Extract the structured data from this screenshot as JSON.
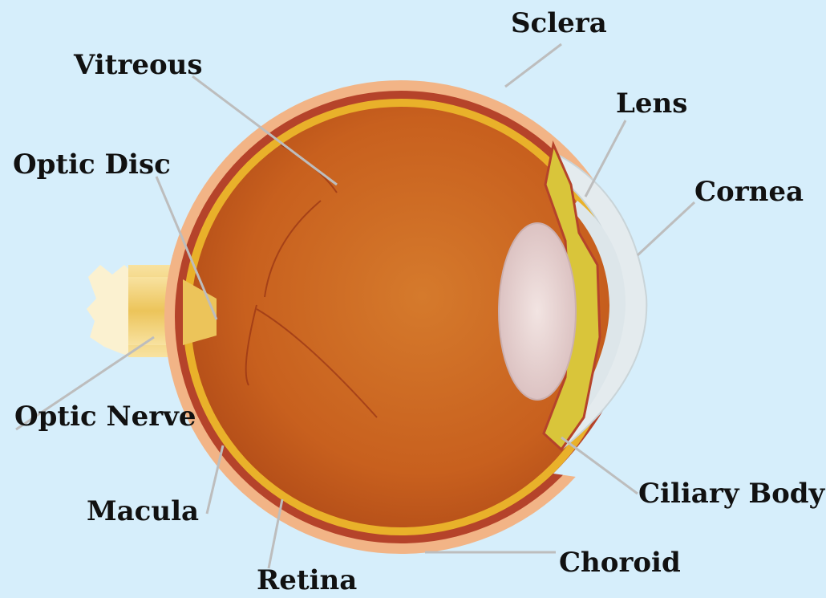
{
  "labels": {
    "vitreous": "Vitreous",
    "sclera": "Sclera",
    "lens": "Lens",
    "cornea": "Cornea",
    "optic_disc": "Optic Disc",
    "optic_nerve": "Optic Nerve",
    "macula": "Macula",
    "retina": "Retina",
    "choroid": "Choroid",
    "ciliary_body": "Ciliary Body"
  },
  "colors": {
    "background": "#d6eefb",
    "sclera": "#f2b486",
    "choroid": "#b5432a",
    "retina": "#e9b12a",
    "vitreous": "#c9621f",
    "optic_nerve": "#f3d27a",
    "lens": "#e9d6d4",
    "cornea": "#e4ebee",
    "ciliary_body": "#d9c53a",
    "leader_line": "#bdbdbd"
  }
}
